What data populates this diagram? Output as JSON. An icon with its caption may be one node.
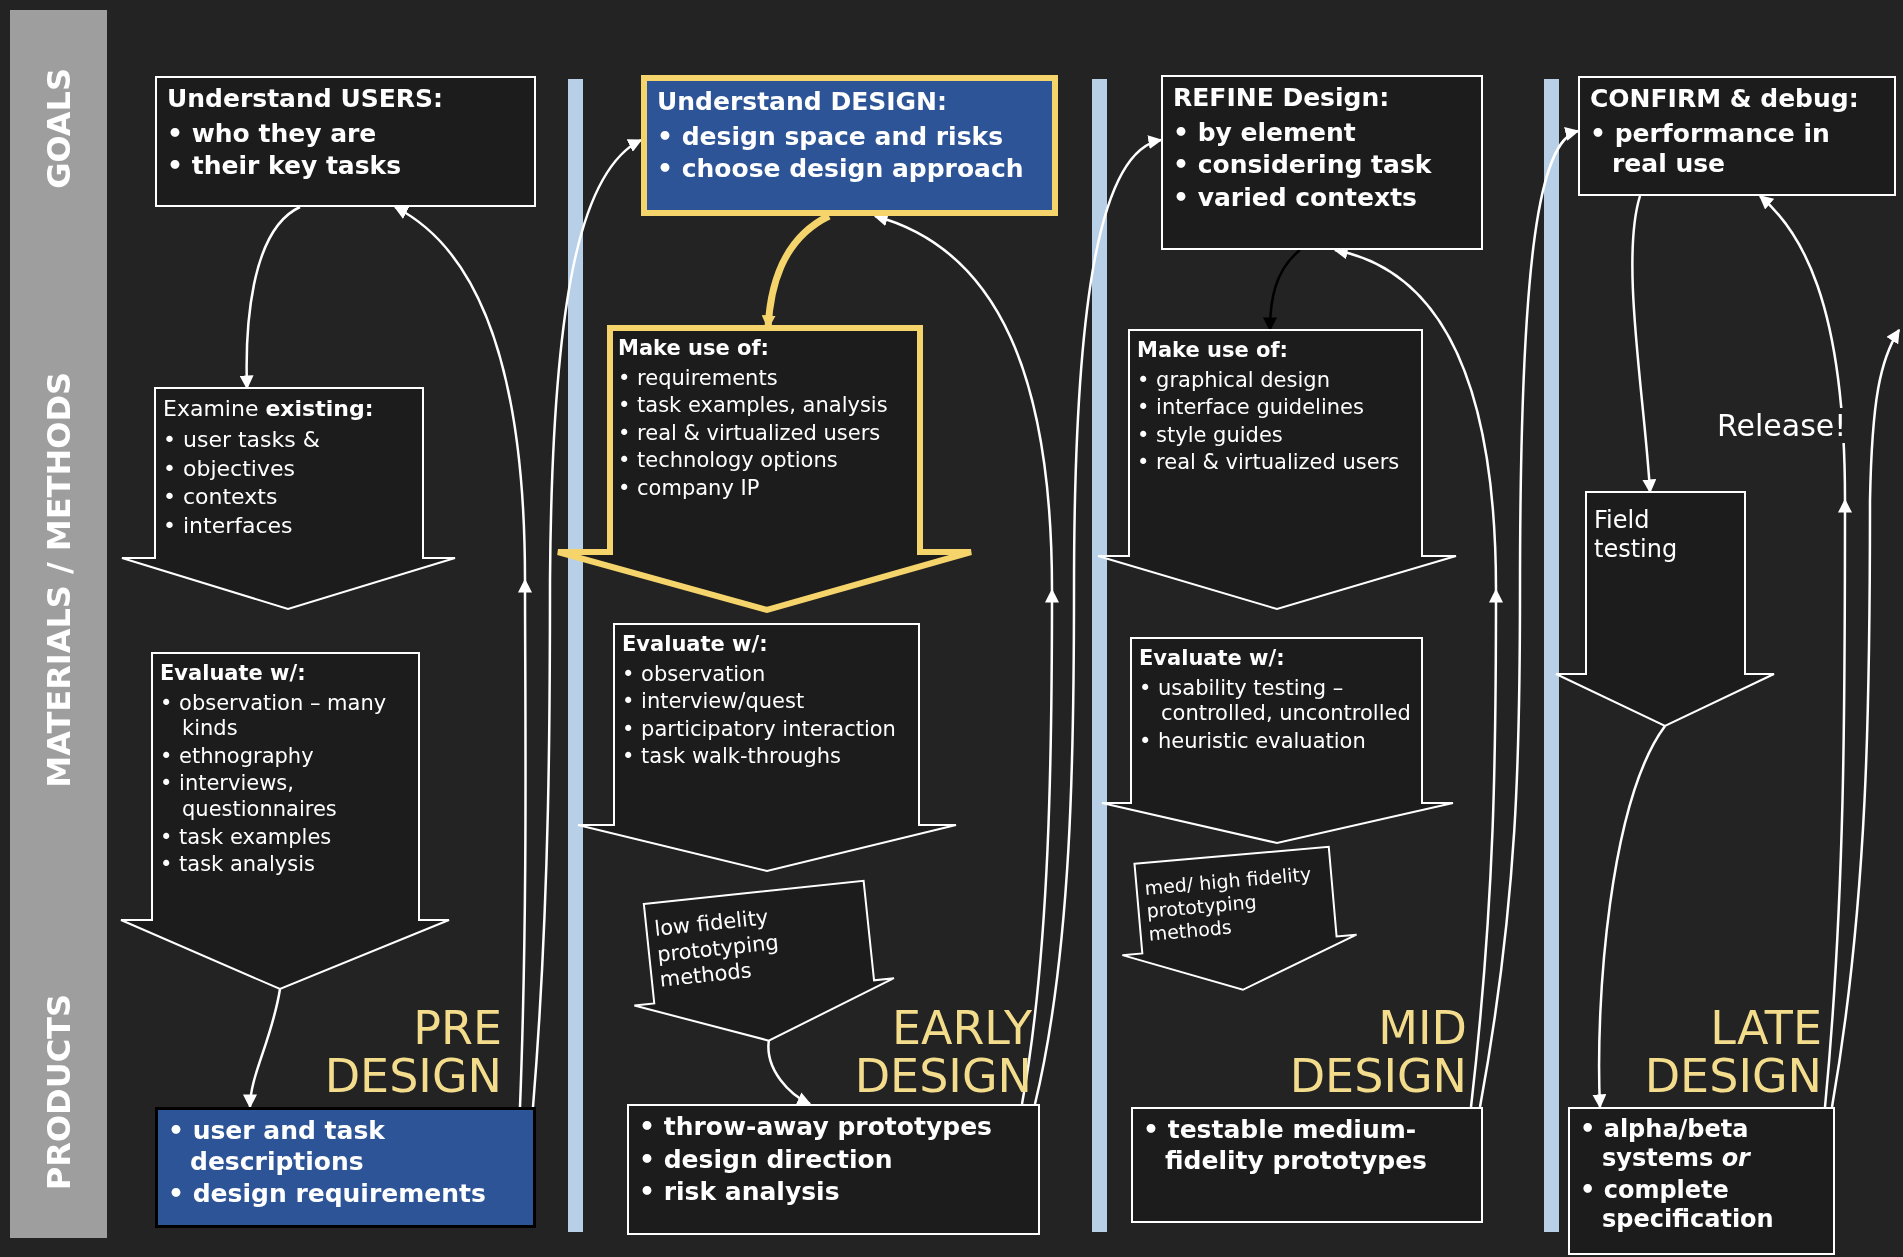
{
  "diagram": {
    "nodes": [
      {
        "text": [
          "Understand USERS:",
          "• who they are",
          "• their key tasks"
        ]
      },
      {
        "text": [
          "Examine **existing:**",
          "• user tasks &",
          "• objectives",
          "• contexts",
          "• interfaces"
        ]
      },
      {
        "text": [
          "Evaluate w/:",
          "• observation – many kinds",
          "• ethnography",
          "• interviews, questionnaires",
          "• task examples",
          "• task analysis"
        ]
      },
      {
        "text": [
          "• user and task descriptions",
          "• design requirements"
        ]
      },
      {
        "text": [
          "Understand DESIGN:",
          "• design space and risks",
          "• choose design approach"
        ]
      },
      {
        "text": [
          "Make use of:",
          "• requirements",
          "• task examples, analysis",
          "• real & virtualized users",
          "• technology options",
          "• company IP"
        ]
      },
      {
        "text": [
          "Evaluate w/:",
          "• observation",
          "• interview/quest",
          "• participatory interaction",
          "• task walk-throughs"
        ]
      },
      {
        "text": [
          "low fidelity prototyping methods"
        ]
      },
      {
        "text": [
          "• throw-away prototypes",
          "• design direction",
          "• risk analysis"
        ]
      },
      {
        "text": [
          "REFINE Design:",
          "• by element",
          "• considering task",
          "• varied contexts"
        ]
      },
      {
        "text": [
          "Make use of:",
          "• graphical design",
          "• interface guidelines",
          "• style guides",
          "• real & virtualized users"
        ]
      },
      {
        "text": [
          "Evaluate w/:",
          "• usability testing – controlled, uncontrolled",
          "• heuristic evaluation"
        ]
      },
      {
        "text": [
          "med/ high fidelity prototyping methods"
        ]
      },
      {
        "text": [
          "• testable medium-fidelity prototypes"
        ]
      },
      {
        "text": [
          "CONFIRM & debug:",
          "• performance in real use"
        ]
      },
      {
        "text": [
          "Field testing"
        ]
      },
      {
        "text": [
          "• alpha/beta systems *or*",
          "• complete specification"
        ]
      }
    ],
    "edges": [
      {
        "from": 0,
        "to": 1,
        "arrow": "to"
      },
      {
        "from": 2,
        "to": 3,
        "arrow": "to"
      },
      {
        "from": 3,
        "to": 0,
        "arrow": "to"
      },
      {
        "from": 3,
        "to": 4,
        "arrow": "to"
      },
      {
        "from": 4,
        "to": 5,
        "arrow": "to",
        "style": "thick",
        "color": "#f5d46b"
      },
      {
        "from": 7,
        "to": 8,
        "arrow": "to"
      },
      {
        "from": 8,
        "to": 4,
        "arrow": "to"
      },
      {
        "from": 8,
        "to": 9,
        "arrow": "to"
      },
      {
        "from": 9,
        "to": 10,
        "arrow": "to",
        "color": "#000000"
      },
      {
        "from": 13,
        "to": 9,
        "arrow": "to"
      },
      {
        "from": 13,
        "to": 14,
        "arrow": "to"
      },
      {
        "from": 14,
        "to": 15,
        "arrow": "to"
      },
      {
        "from": 15,
        "to": 16,
        "arrow": "to"
      },
      {
        "from": 16,
        "to": 14,
        "arrow": "to"
      },
      {
        "from": 16,
        "to": null,
        "arrow": "to",
        "label": "Release!"
      }
    ],
    "labels": [
      "GOALS",
      "MATERIALS / METHODS",
      "PRODUCTS",
      "PRE DESIGN",
      "EARLY DESIGN",
      "MID DESIGN",
      "LATE DESIGN"
    ]
  }
}
